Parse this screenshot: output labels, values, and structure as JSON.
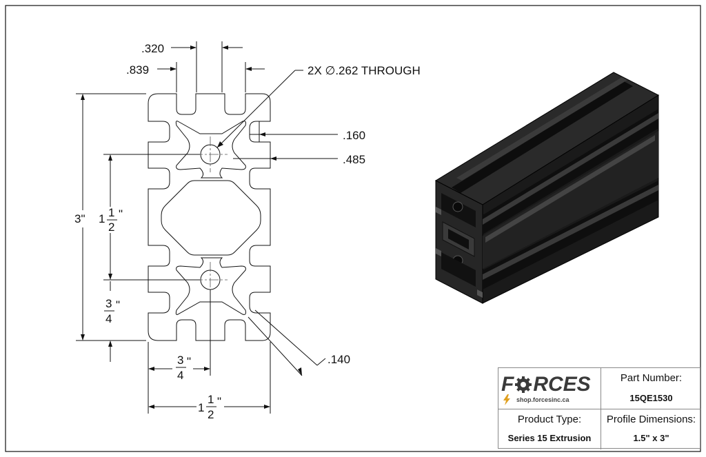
{
  "dimensions": {
    "slot_width": ".320",
    "slot_opening": ".839",
    "hole_callout": "2X ∅.262 THROUGH",
    "lip": ".160",
    "hole_offset": ".485",
    "height_total": "3\"",
    "hole_pitch_whole": "1",
    "hole_pitch_num": "1",
    "hole_pitch_den": "2",
    "hole_pitch_unit": "\"",
    "half_height_num": "3",
    "half_height_den": "4",
    "half_height_unit": "\"",
    "bottom_half_num": "3",
    "bottom_half_den": "4",
    "bottom_half_unit": "\"",
    "width_whole": "1",
    "width_num": "1",
    "width_den": "2",
    "width_unit": "\"",
    "wall": ".140"
  },
  "title_block": {
    "logo_text": "FORCES",
    "logo_url": "shop.forcesinc.ca",
    "part_number_label": "Part Number:",
    "part_number_value": "15QE1530",
    "product_type_label": "Product Type:",
    "product_type_value": "Series 15 Extrusion",
    "profile_dimensions_label": "Profile Dimensions:",
    "profile_dimensions_value": "1.5\" x 3\""
  },
  "colors": {
    "line": "#111111",
    "extrusion_dark": "#1c1c1c",
    "extrusion_mid": "#2e2e2e",
    "logo_gray": "#3a3a3a",
    "logo_bolt": "#e0a020"
  },
  "icons": {
    "logo_gear": "gear-icon",
    "logo_bolt": "lightning-bolt-icon"
  }
}
